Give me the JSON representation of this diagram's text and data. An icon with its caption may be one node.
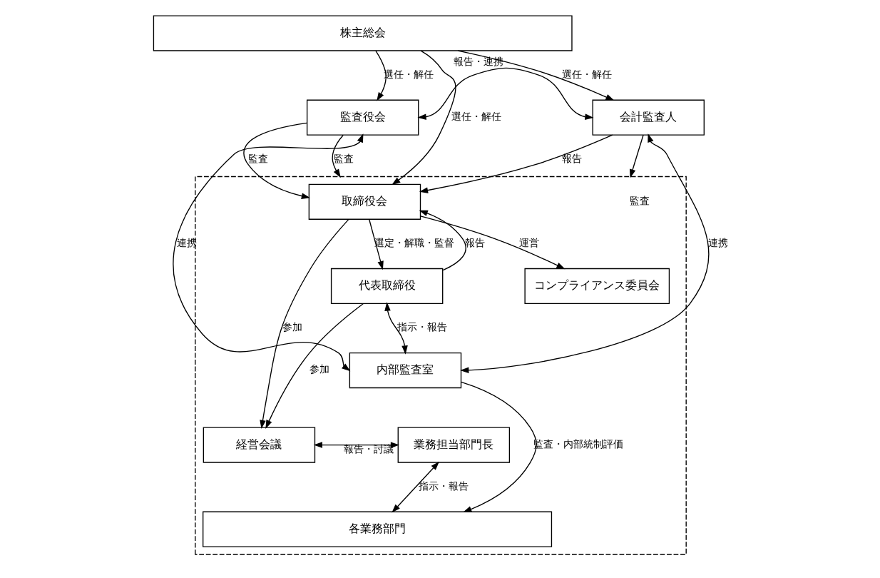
{
  "diagram": {
    "nodes": [
      {
        "text": [
          "株主総会"
        ]
      },
      {
        "text": [
          "監査役会"
        ]
      },
      {
        "text": [
          "会計監査人"
        ]
      },
      {
        "text": [],
        "shape": "box"
      },
      {
        "text": [
          "取締役会"
        ],
        "in": 3
      },
      {
        "text": [
          "代表取締役"
        ],
        "in": 3
      },
      {
        "text": [
          "コンプライアンス委員会"
        ],
        "in": 3
      },
      {
        "text": [
          "内部監査室"
        ],
        "in": 3
      },
      {
        "text": [
          "経営会議"
        ],
        "in": 3
      },
      {
        "text": [
          "業務担当部門長"
        ],
        "in": 3
      },
      {
        "text": [
          "各業務部門"
        ],
        "in": 3
      }
    ],
    "edges": [
      {
        "from": 0,
        "to": 4,
        "arrow": "to",
        "label": "選任・解任"
      },
      {
        "from": 0,
        "to": 1,
        "arrow": "to",
        "label": "選任・解任"
      },
      {
        "from": 0,
        "to": 2,
        "arrow": "to",
        "label": "選任・解任"
      },
      {
        "from": 1,
        "to": 4,
        "arrow": "to",
        "label": "監査"
      },
      {
        "from": 1,
        "to": 2,
        "arrow": "both",
        "label": "報告・連携"
      },
      {
        "from": 1,
        "to": 3,
        "arrow": "to",
        "label": "監査"
      },
      {
        "from": 2,
        "to": 3,
        "arrow": "to",
        "label": "監査"
      },
      {
        "from": 2,
        "to": 4,
        "arrow": "to",
        "label": "報告"
      },
      {
        "from": 1,
        "to": 7,
        "arrow": "both",
        "label": "連携"
      },
      {
        "from": 2,
        "to": 7,
        "arrow": "both",
        "label": "連携"
      },
      {
        "from": 4,
        "to": 5,
        "arrow": "to",
        "label": "選定・解職・監督"
      },
      {
        "from": 5,
        "to": 4,
        "arrow": "to",
        "label": "報告"
      },
      {
        "from": 4,
        "to": 6,
        "arrow": "to",
        "label": "運営"
      },
      {
        "from": 4,
        "to": 8,
        "arrow": "to",
        "label": "参加"
      },
      {
        "from": 5,
        "to": 8,
        "arrow": "to",
        "label": "参加"
      },
      {
        "from": 5,
        "to": 7,
        "arrow": "both",
        "label": "指示・報告"
      },
      {
        "from": 7,
        "to": 10,
        "arrow": "to",
        "label": "監査・内部統制評価"
      },
      {
        "from": 8,
        "to": 9,
        "arrow": "both",
        "label": "報告・討議"
      },
      {
        "from": 9,
        "to": 10,
        "arrow": "both",
        "label": "指示・報告"
      }
    ]
  }
}
